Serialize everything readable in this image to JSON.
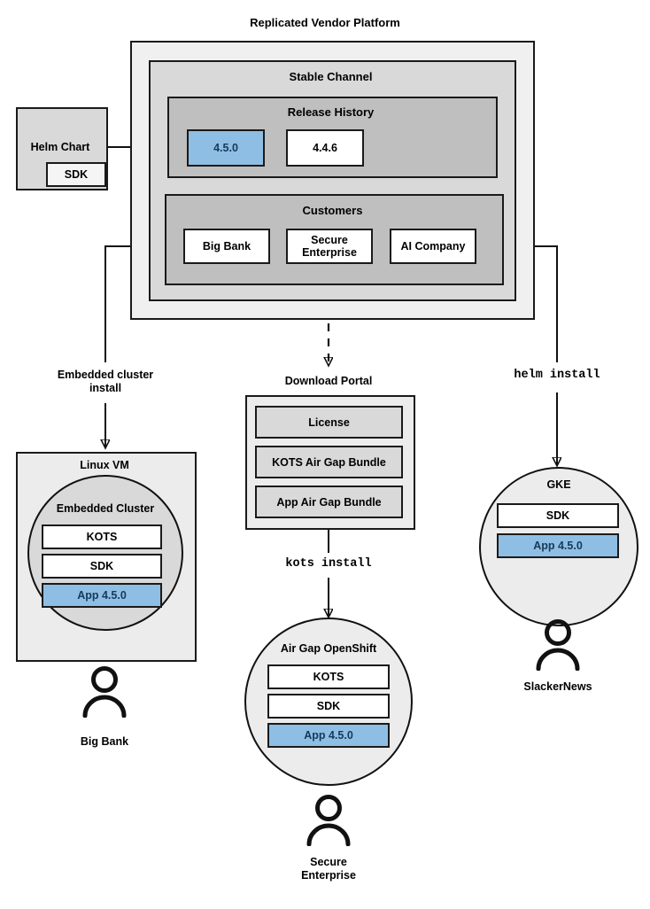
{
  "diagram": {
    "title": "Replicated Vendor Platform",
    "platform": {
      "label": "Replicated Vendor Platform",
      "channel": {
        "label": "Stable Channel",
        "release_history": {
          "label": "Release History",
          "releases": [
            {
              "version": "4.5.0",
              "highlighted": true
            },
            {
              "version": "4.4.6",
              "highlighted": false
            }
          ]
        },
        "customers": {
          "label": "Customers",
          "items": [
            {
              "name": "Big Bank"
            },
            {
              "name": "Secure\nEnterprise",
              "line1": "Secure",
              "line2": "Enterprise"
            },
            {
              "name": "AI Company"
            }
          ]
        }
      }
    },
    "source": {
      "label": "Helm Chart",
      "sdk_label": "SDK"
    },
    "flows": [
      {
        "id": "embedded",
        "label_line1": "Embedded cluster",
        "label_line2": "install",
        "mono": false
      },
      {
        "id": "kots",
        "label_line1": "kots install",
        "label_line2": "",
        "mono": true
      },
      {
        "id": "helm",
        "label_line1": "helm install",
        "label_line2": "",
        "mono": true
      }
    ],
    "targets": [
      {
        "id": "linux-vm",
        "label": "Linux VM",
        "cluster_label": "Embedded Cluster",
        "components": [
          {
            "name": "KOTS",
            "highlighted": false
          },
          {
            "name": "SDK",
            "highlighted": false
          },
          {
            "name": "App 4.5.0",
            "highlighted": true
          }
        ],
        "customer": "Big Bank"
      },
      {
        "id": "airgap-openshift",
        "label": "Air Gap OpenShift",
        "components": [
          {
            "name": "KOTS",
            "highlighted": false
          },
          {
            "name": "SDK",
            "highlighted": false
          },
          {
            "name": "App 4.5.0",
            "highlighted": true
          }
        ],
        "customer_line1": "Secure",
        "customer_line2": "Enterprise"
      },
      {
        "id": "gke",
        "label": "GKE",
        "components": [
          {
            "name": "SDK",
            "highlighted": false
          },
          {
            "name": "App 4.5.0",
            "highlighted": true
          }
        ],
        "customer": "SlackerNews"
      }
    ],
    "download_portal": {
      "label": "Download Portal",
      "artifacts": [
        {
          "name": "License"
        },
        {
          "name": "KOTS Air Gap Bundle"
        },
        {
          "name": "App Air Gap Bundle"
        }
      ]
    },
    "colors": {
      "highlight_fill": "#8ebee4",
      "highlight_border": "#2f6ea6",
      "highlight_text": "#16395a",
      "stroke": "#1a1a1a",
      "level1_fill": "#f0f0f0",
      "level2_fill": "#d9d9d9",
      "level3_fill": "#bfbfbf"
    }
  }
}
